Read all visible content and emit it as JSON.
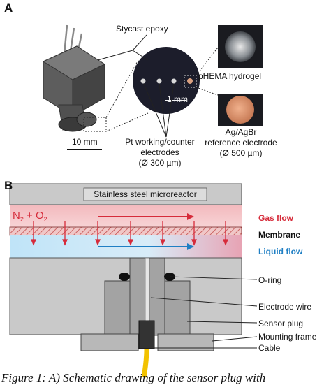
{
  "panelA": {
    "letter": "A",
    "stycast": "Stycast epoxy",
    "phema": "pHEMA hydrogel",
    "scale_1mm": "1 mm",
    "scale_10mm": "10 mm",
    "pt_line1": "Pt working/counter",
    "pt_line2": "electrodes",
    "pt_line3": "(Ø 300 µm)",
    "ag_line1": "Ag/AgBr",
    "ag_line2": "reference electrode",
    "ag_line3": "(Ø 500 µm)"
  },
  "panelB": {
    "letter": "B",
    "reactor": "Stainless steel microreactor",
    "n2": "N",
    "n2_sub": "2",
    "plus_o": " + O",
    "o2_sub": "2",
    "gas_flow": "Gas flow",
    "membrane": "Membrane",
    "liquid_flow": "Liquid flow",
    "oring": "O-ring",
    "electrode_wire": "Electrode wire",
    "sensor_plug": "Sensor plug",
    "mounting_frame": "Mounting frame",
    "cable": "Cable"
  },
  "caption": "Figure 1: A) Schematic drawing of the sensor plug with",
  "colors": {
    "gas": "#d62b3a",
    "liquid": "#1f7fc4",
    "reactor_gray": "#c8c8c8",
    "cable": "#f2c200"
  }
}
